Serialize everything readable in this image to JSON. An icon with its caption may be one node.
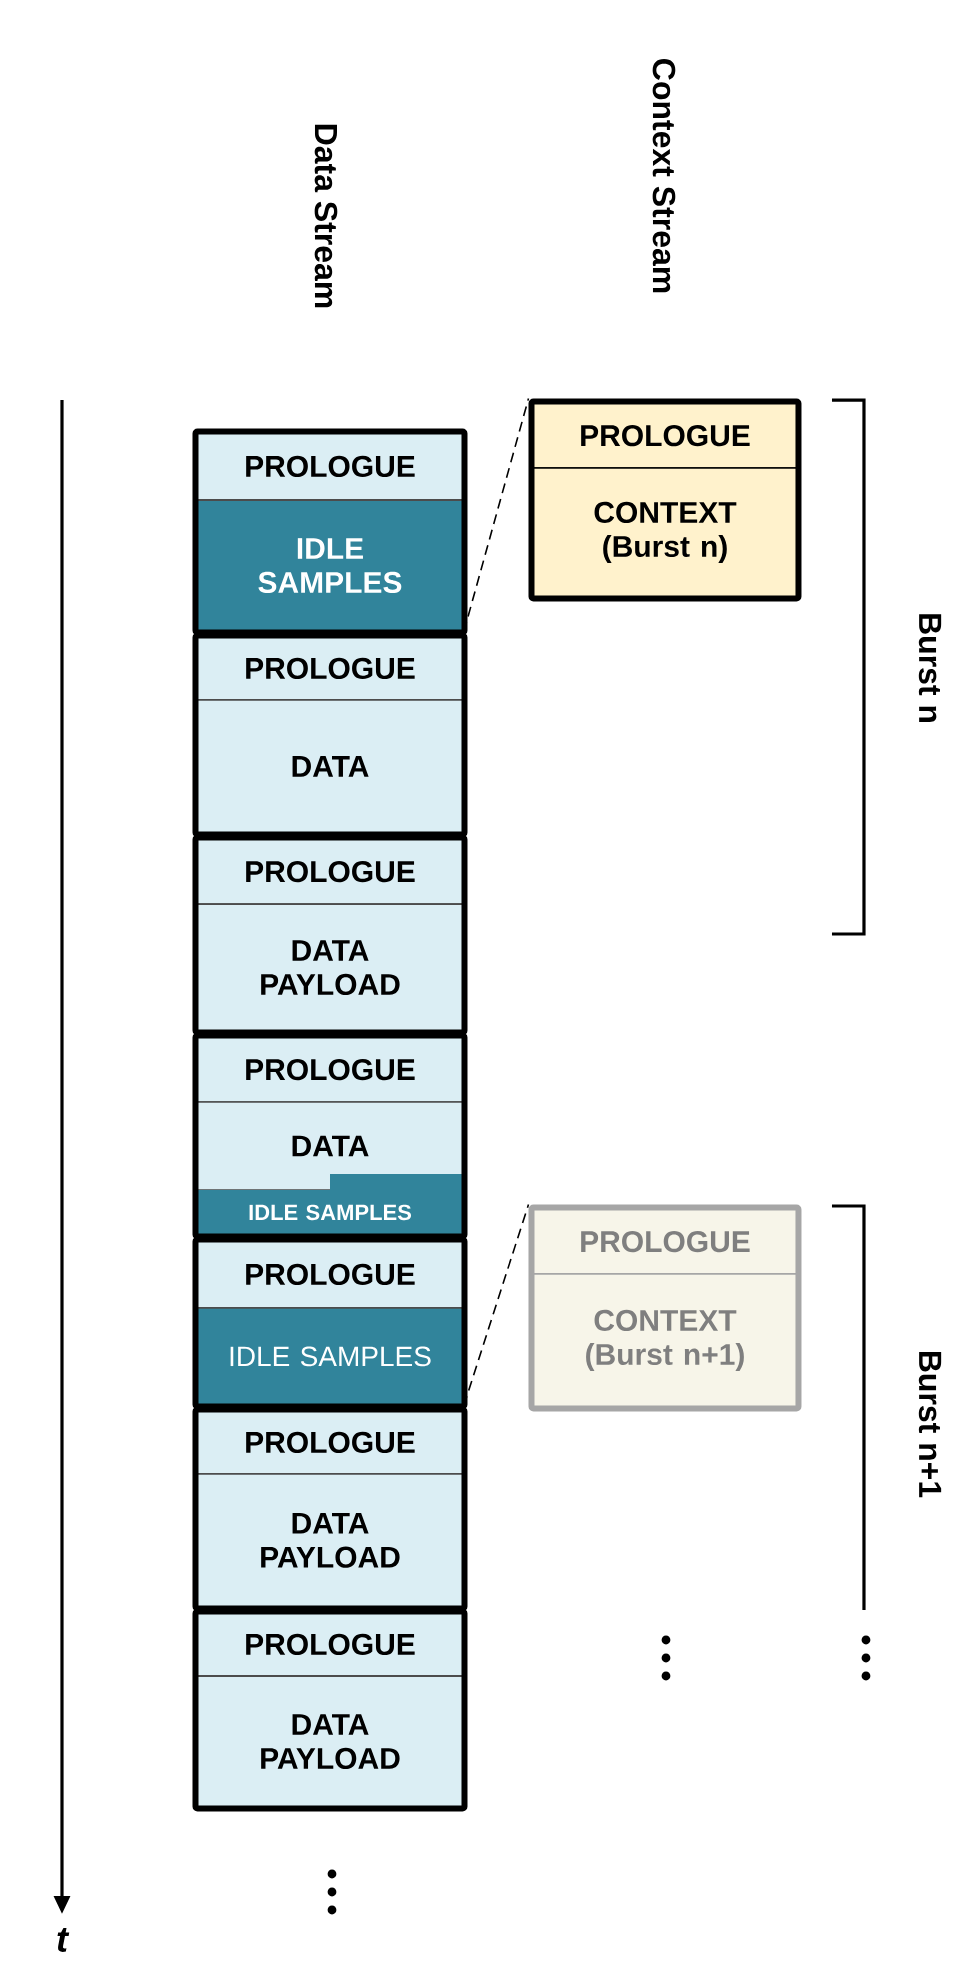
{
  "diagram": {
    "nodes": [
      {
        "text": [],
        "shape": "box"
      },
      {
        "text": [
          "PROLOGUE"
        ],
        "in": 0
      },
      {
        "text": [
          "IDLE SAMPLES"
        ],
        "in": 0
      },
      {
        "text": [],
        "shape": "box"
      },
      {
        "text": [
          "PROLOGUE"
        ],
        "in": 3
      },
      {
        "text": [
          "DATA"
        ],
        "in": 3
      },
      {
        "text": [],
        "shape": "box"
      },
      {
        "text": [
          "PROLOGUE"
        ],
        "in": 6
      },
      {
        "text": [
          "DATA PAYLOAD"
        ],
        "in": 6
      },
      {
        "text": [],
        "shape": "box"
      },
      {
        "text": [
          "PROLOGUE"
        ],
        "in": 9
      },
      {
        "text": [
          "DATA"
        ],
        "in": 9
      },
      {
        "text": [
          "IDLE SAMPLES"
        ],
        "in": 9
      },
      {
        "text": [],
        "shape": "box"
      },
      {
        "text": [
          "PROLOGUE"
        ],
        "in": 13
      },
      {
        "text": [
          "IDLE SAMPLES"
        ],
        "in": 13
      },
      {
        "text": [],
        "shape": "box"
      },
      {
        "text": [
          "PROLOGUE"
        ],
        "in": 16
      },
      {
        "text": [
          "DATA PAYLOAD"
        ],
        "in": 16
      },
      {
        "text": [],
        "shape": "box"
      },
      {
        "text": [
          "PROLOGUE"
        ],
        "in": 19
      },
      {
        "text": [
          "DATA PAYLOAD"
        ],
        "in": 19
      },
      {
        "text": [],
        "shape": "box"
      },
      {
        "text": [
          "PROLOGUE"
        ],
        "in": 22
      },
      {
        "text": [
          "CONTEXT (Burst n)"
        ],
        "in": 22
      },
      {
        "text": [],
        "shape": "box"
      },
      {
        "text": [
          "PROLOGUE"
        ],
        "in": 25
      },
      {
        "text": [
          "CONTEXT (Burst n+1)"
        ],
        "in": 25
      }
    ],
    "edges": [
      {
        "from": 2,
        "to": 22,
        "arrow": "none",
        "style": "dashed"
      },
      {
        "from": 15,
        "to": 25,
        "arrow": "none",
        "style": "dashed"
      }
    ],
    "labels": [
      "Data Stream",
      "Context Stream",
      "Burst n",
      "Burst n+1",
      "t"
    ]
  }
}
